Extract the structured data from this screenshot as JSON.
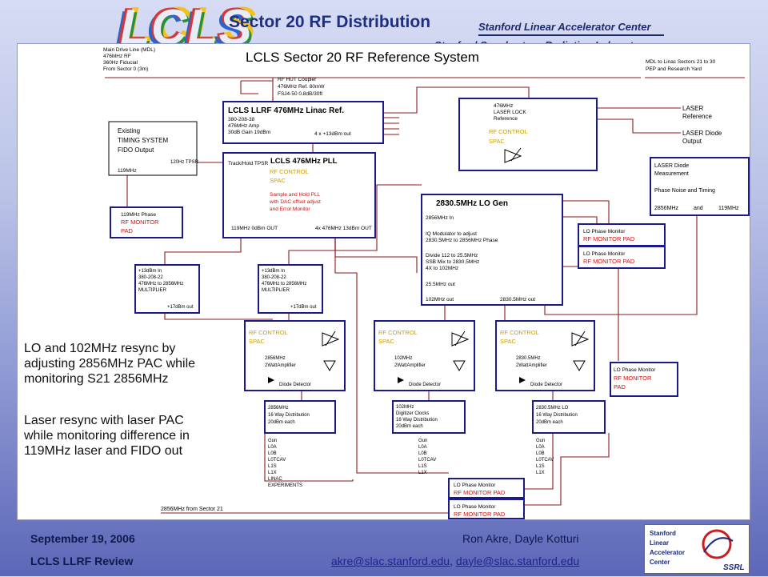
{
  "header": {
    "logo_text": "LCLS",
    "title": "Sector 20 RF Distribution",
    "institution_1": "Stanford Linear Accelerator Center",
    "institution_2": "Stanford Synchrotron Radiation Laboratory"
  },
  "diagram": {
    "title": "LCLS Sector 20 RF Reference System",
    "main_drive_label": [
      "Main Drive Line (MDL)",
      "476MHz RF",
      "360Hz Fiducial",
      "From Sector 0 (3m)"
    ],
    "mdl_out_label": [
      "MDL to Linac Sectors 21 to 30",
      "PEP and Research Yard"
    ],
    "hut_coupler_label": [
      "RF HUT Coupler",
      "476MHz Ref. 80mW",
      "FSJ4-50 0.8dB/30ft"
    ],
    "linac_ref": {
      "title": "LCLS LLRF 476MHz Linac Ref.",
      "lines": [
        "380-208-38",
        "476MHz Amp",
        "30dB Gain 19dBm"
      ],
      "out": "4 x +13dBm out"
    },
    "timing": {
      "lines": [
        "Existing",
        "TIMING SYSTEM",
        "FIDO Output"
      ],
      "tpr": "120Hz TPSR",
      "freq": "119MHz"
    },
    "pll": {
      "title": "LCLS 476MHz PLL",
      "track_hold": "Track/Hold TPSR",
      "ctrl_1": "RF CONTROL",
      "ctrl_2": "SPAC",
      "notes": [
        "Sample and Hold PLL",
        "with DAC offset adjust",
        "and Error Monitor"
      ],
      "out_left": "119MHz 0dBm OUT",
      "out_right": "4x 476MHz 13dBm OUT"
    },
    "phase_119": {
      "line1": "119MHz Phase",
      "line2": "RF MONITOR",
      "line3": "PAD"
    },
    "laser_lock": {
      "lines": [
        "476MHz",
        "LASER LOCK",
        "Reference"
      ],
      "ctrl_1": "RF CONTROL",
      "ctrl_2": "SPAC"
    },
    "laser_ref": [
      "LASER",
      "Reference"
    ],
    "laser_diode_out": [
      "LASER Diode",
      "Output"
    ],
    "laser_diode_meas": {
      "lines": [
        "LASER Diode",
        "Measurement"
      ],
      "phase_noise": "Phase Noise and Timing",
      "freq_a": "2856MHz",
      "and": "and",
      "freq_b": "119MHz"
    },
    "lo_gen": {
      "title": "2830.5MHz LO Gen",
      "lines": [
        "2856MHz In",
        "IQ Modulator to adjust",
        "2830.5MHz to 2856MHz Phase",
        "Divide 112 to 25.5MHz",
        "SSB Mix to 2830.5MHz",
        "4X to 102MHz",
        "25.5MHz out"
      ],
      "out_left": "102MHz out",
      "out_right": "2830.5MHz out"
    },
    "multipliers": [
      {
        "lines": [
          "+13dBm In",
          "380-208-22",
          "476MHz to 2856MHz",
          "MULTIPLIER"
        ],
        "out": "+17dBm out"
      },
      {
        "lines": [
          "+13dBm In",
          "380-208-22",
          "476MHz to 2856MHz",
          "MULTIPLIER"
        ],
        "out": "+17dBm out"
      }
    ],
    "lo_monitor_label": "LO Phase Monitor",
    "rf_monitor_pad_label": "RF MONITOR PAD",
    "lo_monitor_right": {
      "line1": "LO Phase Monitor",
      "line2": "RF MONITOR",
      "line3": "PAD"
    },
    "amplifiers": [
      {
        "ctrl_1": "RF CONTROL",
        "ctrl_2": "SPAC",
        "amp": "2856MHz",
        "amp2": "2WattAmplifier",
        "detector": "Diode Detector"
      },
      {
        "ctrl_1": "RF CONTROL",
        "ctrl_2": "SPAC",
        "amp": "102MHz",
        "amp2": "2WattAmplifier",
        "detector": "Diode Detector"
      },
      {
        "ctrl_1": "RF CONTROL",
        "ctrl_2": "SPAC",
        "amp": "2830.5MHz",
        "amp2": "2WattAmplifier",
        "detector": "Diode Detector"
      }
    ],
    "distributions": [
      {
        "lines": [
          "2856MHz",
          "16 Way Distribution",
          "20dBm each"
        ],
        "outputs": [
          "Gun",
          "L0A",
          "L0B",
          "L0TCAV",
          "L1S",
          "L1X",
          "LINAC",
          "EXPERIMENTS"
        ]
      },
      {
        "lines": [
          "102MHz",
          "Digitizer Clocks",
          "16 Way Distribution",
          "20dBm each"
        ],
        "outputs": [
          "Gun",
          "L0A",
          "L0B",
          "L0TCAV",
          "L1S",
          "L1X"
        ]
      },
      {
        "lines": [
          "2830.5MHz LO",
          "16 Way Distribution",
          "20dBm each"
        ],
        "outputs": [
          "Gun",
          "L0A",
          "L0B",
          "L0TCAV",
          "L1S",
          "L1X"
        ]
      }
    ],
    "sector21_label": "2856MHz from Sector 21"
  },
  "notes": {
    "note1": [
      "LO and 102MHz resync by",
      "adjusting 2856MHz PAC while",
      "monitoring S21 2856MHz"
    ],
    "note2": [
      "Laser resync with laser PAC",
      "while monitoring  difference in",
      "119MHz laser and FIDO out"
    ]
  },
  "footer": {
    "date": "September 19, 2006",
    "authors": "Ron Akre, Dayle Kotturi",
    "review": "LCLS LLRF Review",
    "email_1": "akre@slac.stanford.edu",
    "separator": ", ",
    "email_2": "dayle@slac.stanford.edu",
    "logo_lines": [
      "Stanford",
      "Linear",
      "Accelerator",
      "Center"
    ],
    "ssrl": "SSRL"
  },
  "colors": {
    "box": "#1a1a8c",
    "wire": "#8b1a1a",
    "control_text": "#c8a000",
    "monitor_text": "#d01010",
    "footer_bg": "#5c67b8"
  }
}
